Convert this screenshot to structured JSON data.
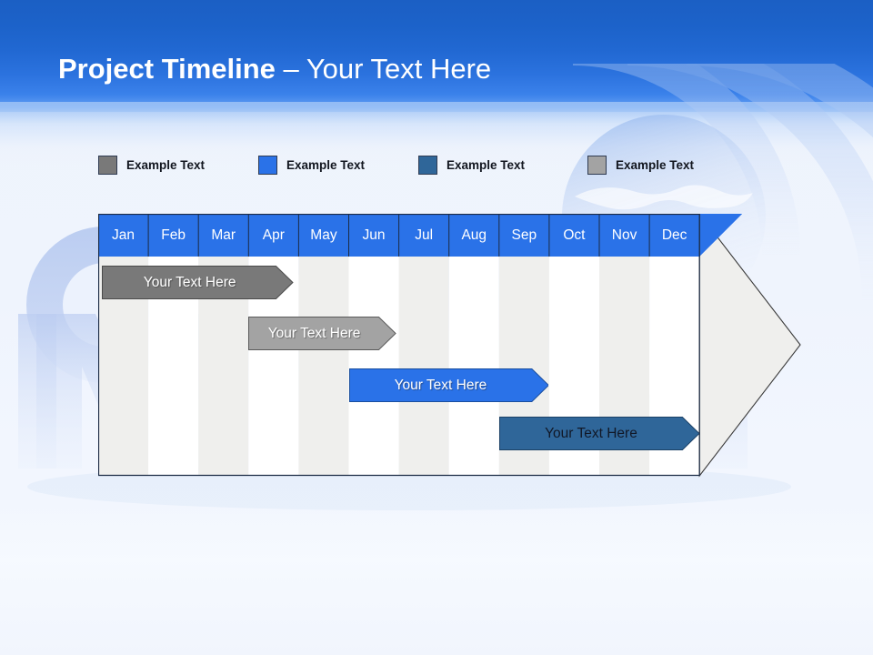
{
  "slide": {
    "title_strong": "Project Timeline",
    "title_dash": " – ",
    "title_light": "Your Text Here",
    "background_top_color": "#1b5fc4",
    "background_page_color": "#f1f5fd"
  },
  "legend": {
    "items": [
      {
        "label": "Example Text",
        "color": "#797979",
        "x": 0
      },
      {
        "label": "Example Text",
        "color": "#2a72e8",
        "x": 176
      },
      {
        "label": "Example Text",
        "color": "#2f6699",
        "x": 352
      },
      {
        "label": "Example Text",
        "color": "#a3a3a3",
        "x": 538
      }
    ]
  },
  "chart_data": {
    "type": "bar",
    "title": "Project Timeline",
    "xlabel": "",
    "ylabel": "",
    "categories": [
      "Jan",
      "Feb",
      "Mar",
      "Apr",
      "May",
      "Jun",
      "Jul",
      "Aug",
      "Sep",
      "Oct",
      "Nov",
      "Dec"
    ],
    "header_color": "#2a72e8",
    "header_text_color": "#ffffff",
    "plot_stripe_color": "#efefed",
    "plot_alt_color": "#ffffff",
    "arrow_fill": "#efefed",
    "arrow_stroke": "#3a3a3a",
    "series": [
      {
        "name": "Example Text",
        "label": "Your  Text Here",
        "color": "#797979",
        "stroke": "#4a4a4a",
        "text_color": "#ffffff",
        "start_month": "Jan",
        "end_month": "Apr",
        "start": 0.08,
        "end": 3.9,
        "row": 0
      },
      {
        "name": "Example Text",
        "label": "Your  Text Here",
        "color": "#a3a3a3",
        "stroke": "#5a5a5a",
        "text_color": "#ffffff",
        "start_month": "Apr",
        "end_month": "Jul",
        "start": 3.0,
        "end": 5.95,
        "row": 1
      },
      {
        "name": "Example Text",
        "label": "Your  Text Here",
        "color": "#2a72e8",
        "stroke": "#1b4f9e",
        "text_color": "#ffffff",
        "start_month": "Jun",
        "end_month": "Oct",
        "start": 5.0,
        "end": 8.99,
        "row": 2
      },
      {
        "name": "Example Text",
        "label": "Your  Text Here",
        "color": "#2f6699",
        "stroke": "#1c4166",
        "text_color": "#12223a",
        "start_month": "Sep",
        "end_month": "Dec",
        "start": 8.0,
        "end": 12.0,
        "row": 3
      }
    ],
    "grid": true,
    "legend_position": "top"
  }
}
